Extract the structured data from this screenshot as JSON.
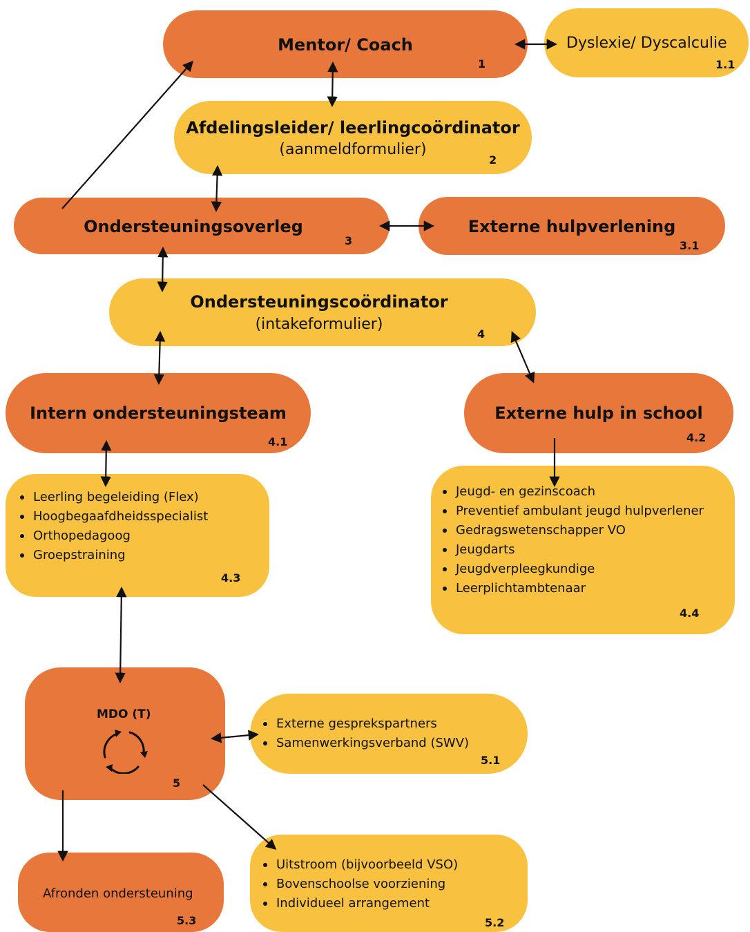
{
  "nodes": {
    "mentor": {
      "title": "Mentor/ Coach",
      "num": "1"
    },
    "dyslexie": {
      "title": "Dyslexie/ Dyscalculie",
      "num": "1.1"
    },
    "afdelingsleider": {
      "title": "Afdelingsleider/ leerlingcoördinator",
      "subtitle": "(aanmeldformulier)",
      "num": "2"
    },
    "overleg": {
      "title": "Ondersteuningsoverleg",
      "num": "3"
    },
    "extern_hulp": {
      "title": "Externe hulpverlening",
      "num": "3.1"
    },
    "coordinator": {
      "title": "Ondersteuningscoördinator",
      "subtitle": "(intakeformulier)",
      "num": "4"
    },
    "intern_team": {
      "title": "Intern ondersteuningsteam",
      "num": "4.1"
    },
    "extern_school": {
      "title": "Externe hulp in school",
      "num": "4.2"
    },
    "intern_list": {
      "items": [
        "Leerling begeleiding (Flex)",
        "Hoogbegaafdheidsspecialist",
        "Orthopedagoog",
        "Groepstraining"
      ],
      "num": "4.3"
    },
    "extern_list": {
      "items": [
        "Jeugd- en gezinscoach",
        "Preventief ambulant jeugd hulpverlener",
        "Gedragswetenschapper VO",
        "Jeugdarts",
        "Jeugdverpleegkundige",
        "Leerplichtambtenaar"
      ],
      "num": "4.4"
    },
    "mdo": {
      "title": "MDO (T)",
      "num": "5",
      "icon": "cycle-arrows-icon"
    },
    "partners": {
      "items": [
        "Externe gesprekspartners",
        "Samenwerkingsverband (SWV)"
      ],
      "num": "5.1"
    },
    "uitstroom": {
      "items": [
        "Uitstroom (bijvoorbeeld VSO)",
        "Bovenschoolse voorziening",
        "Individueel arrangement"
      ],
      "num": "5.2"
    },
    "afronden": {
      "title": "Afronden ondersteuning",
      "num": "5.3"
    }
  },
  "colors": {
    "orange": "#E8773C",
    "yellow": "#F8C240",
    "arrow": "#111111"
  }
}
